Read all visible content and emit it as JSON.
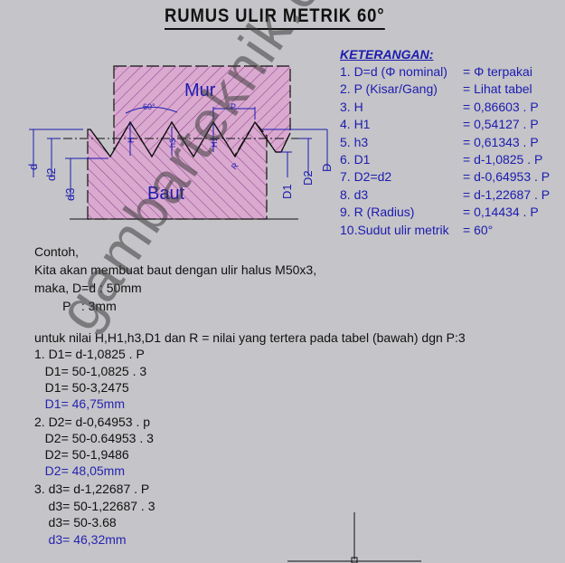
{
  "title": "RUMUS ULIR METRIK 60°",
  "drawing": {
    "labels": {
      "mur": "Mur",
      "baut": "Baut",
      "angle": "60°",
      "pitch": "P",
      "H": "H",
      "h3": "h3",
      "H1": "H1",
      "R": "R",
      "d": "d",
      "d2": "d2",
      "d3": "d3",
      "D1": "D1",
      "D2": "D2",
      "D": "D"
    },
    "colors": {
      "hatch_fill": "#d9a9cf",
      "hatch_line": "#8c3a88",
      "dimension": "#1c1cb0"
    }
  },
  "legend": {
    "heading": "KETERANGAN:",
    "rows": [
      {
        "label": "1. D=d (Φ nominal)",
        "value": "= Φ terpakai"
      },
      {
        "label": "2. P (Kisar/Gang)",
        "value": "= Lihat tabel"
      },
      {
        "label": "3. H",
        "value": "= 0,86603 . P"
      },
      {
        "label": "4.  H1",
        "value": "= 0,54127 . P"
      },
      {
        "label": "5. h3",
        "value": "= 0,61343 . P"
      },
      {
        "label": "6. D1",
        "value": "= d-1,0825 . P"
      },
      {
        "label": "7. D2=d2",
        "value": "= d-0,64953 . P"
      },
      {
        "label": "8. d3",
        "value": "= d-1,22687 . P"
      },
      {
        "label": "9. R (Radius)",
        "value": "= 0,14434 . P"
      },
      {
        "label": "10.Sudut ulir metrik",
        "value": "= 60°"
      }
    ]
  },
  "example": {
    "lines": [
      {
        "text": "Contoh,",
        "blue": false
      },
      {
        "text": "Kita akan membuat baut dengan ulir halus M50x3,",
        "blue": false
      },
      {
        "text": "maka, D=d : 50mm",
        "blue": false
      },
      {
        "text": "        P   : 3mm",
        "blue": false
      },
      {
        "text": "untuk nilai H,H1,h3,D1 dan R = nilai yang tertera pada tabel (bawah) dgn P:3",
        "blue": false
      },
      {
        "text": "1. D1= d-1,0825 . P",
        "blue": false
      },
      {
        "text": "   D1= 50-1,0825 . 3",
        "blue": false
      },
      {
        "text": "   D1= 50-3,2475",
        "blue": false
      },
      {
        "text": "   D1= 46,75mm",
        "blue": true
      },
      {
        "text": "2. D2= d-0,64953 . p",
        "blue": false
      },
      {
        "text": "   D2= 50-0.64953 . 3",
        "blue": false
      },
      {
        "text": "   D2= 50-1,9486",
        "blue": false
      },
      {
        "text": "   D2= 48,05mm",
        "blue": true
      },
      {
        "text": "3. d3= d-1,22687 . P",
        "blue": false
      },
      {
        "text": "    d3= 50-1,22687 . 3",
        "blue": false
      },
      {
        "text": "    d3= 50-3.68",
        "blue": false
      },
      {
        "text": "    d3= 46,32mm",
        "blue": true
      }
    ]
  },
  "watermark": "gambarteknik.co.cc"
}
